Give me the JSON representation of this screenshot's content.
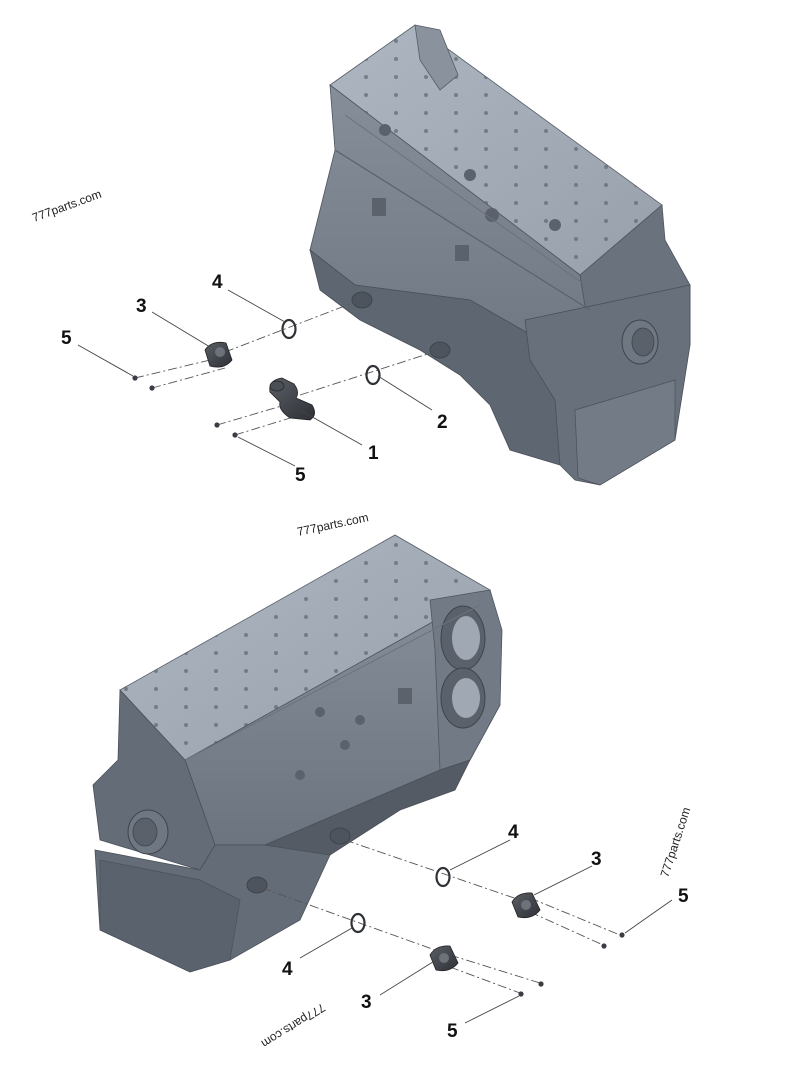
{
  "watermarks": [
    {
      "text": "777parts.com"
    },
    {
      "text": "777parts.com"
    },
    {
      "text": "777parts.com"
    },
    {
      "text": "777parts.com"
    }
  ],
  "callouts_top": [
    {
      "label": "1"
    },
    {
      "label": "2"
    },
    {
      "label": "3"
    },
    {
      "label": "4"
    },
    {
      "label": "5"
    },
    {
      "label": "5"
    }
  ],
  "callouts_bottom": [
    {
      "label": "3"
    },
    {
      "label": "3"
    },
    {
      "label": "4"
    },
    {
      "label": "4"
    },
    {
      "label": "5"
    },
    {
      "label": "5"
    }
  ],
  "colors": {
    "block_top": "#a4acb8",
    "block_side": "#7d8591",
    "block_front": "#5e6672",
    "block_dark": "#4a5059",
    "part_dark": "#3a3e44",
    "label": "#111111"
  }
}
